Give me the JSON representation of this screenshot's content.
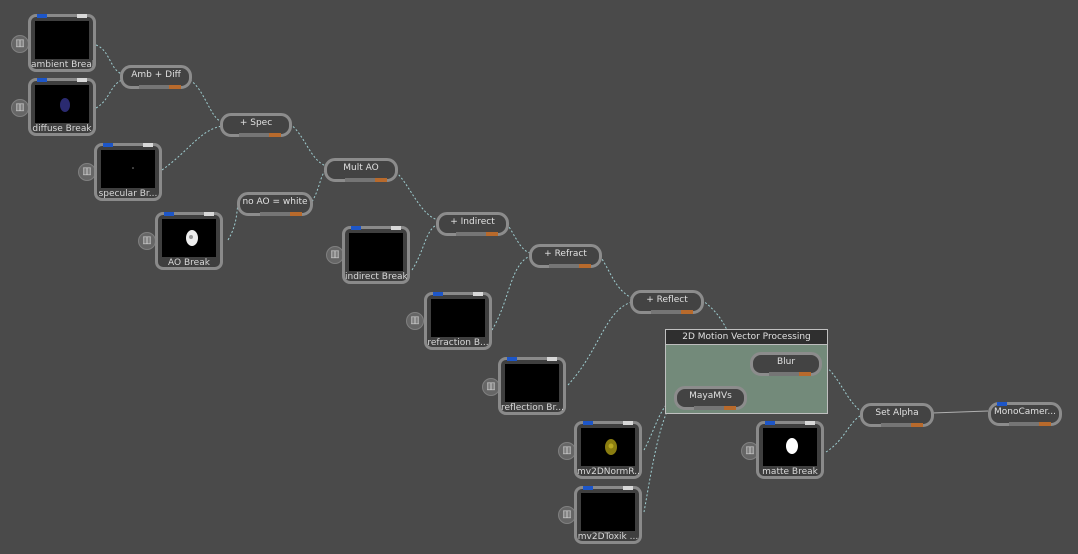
{
  "group": {
    "title": "2D Motion Vector Processing"
  },
  "reads": [
    {
      "label": "ambient Break"
    },
    {
      "label": "diffuse Break"
    },
    {
      "label": "specular Br..."
    },
    {
      "label": "AO Break"
    },
    {
      "label": "indirect Break"
    },
    {
      "label": "refraction B..."
    },
    {
      "label": "reflection Br..."
    },
    {
      "label": "mv2DNormR..."
    },
    {
      "label": "mv2DToxik ..."
    },
    {
      "label": "matte Break"
    }
  ],
  "ops": [
    {
      "label": "Amb + Diff"
    },
    {
      "label": "+ Spec"
    },
    {
      "label": "no AO = white"
    },
    {
      "label": "Mult AO"
    },
    {
      "label": "+ Indirect"
    },
    {
      "label": "+ Refract"
    },
    {
      "label": "+ Reflect"
    },
    {
      "label": "Blur"
    },
    {
      "label": "MayaMVs"
    },
    {
      "label": "Set Alpha"
    },
    {
      "label": "MonoCamer..."
    }
  ],
  "colors": {
    "background": "#4a4a4a",
    "wire": "#9ecdd0",
    "port_blue": "#1d56c8",
    "port_orange": "#b86a2c",
    "group_fill": "#738a7a"
  }
}
